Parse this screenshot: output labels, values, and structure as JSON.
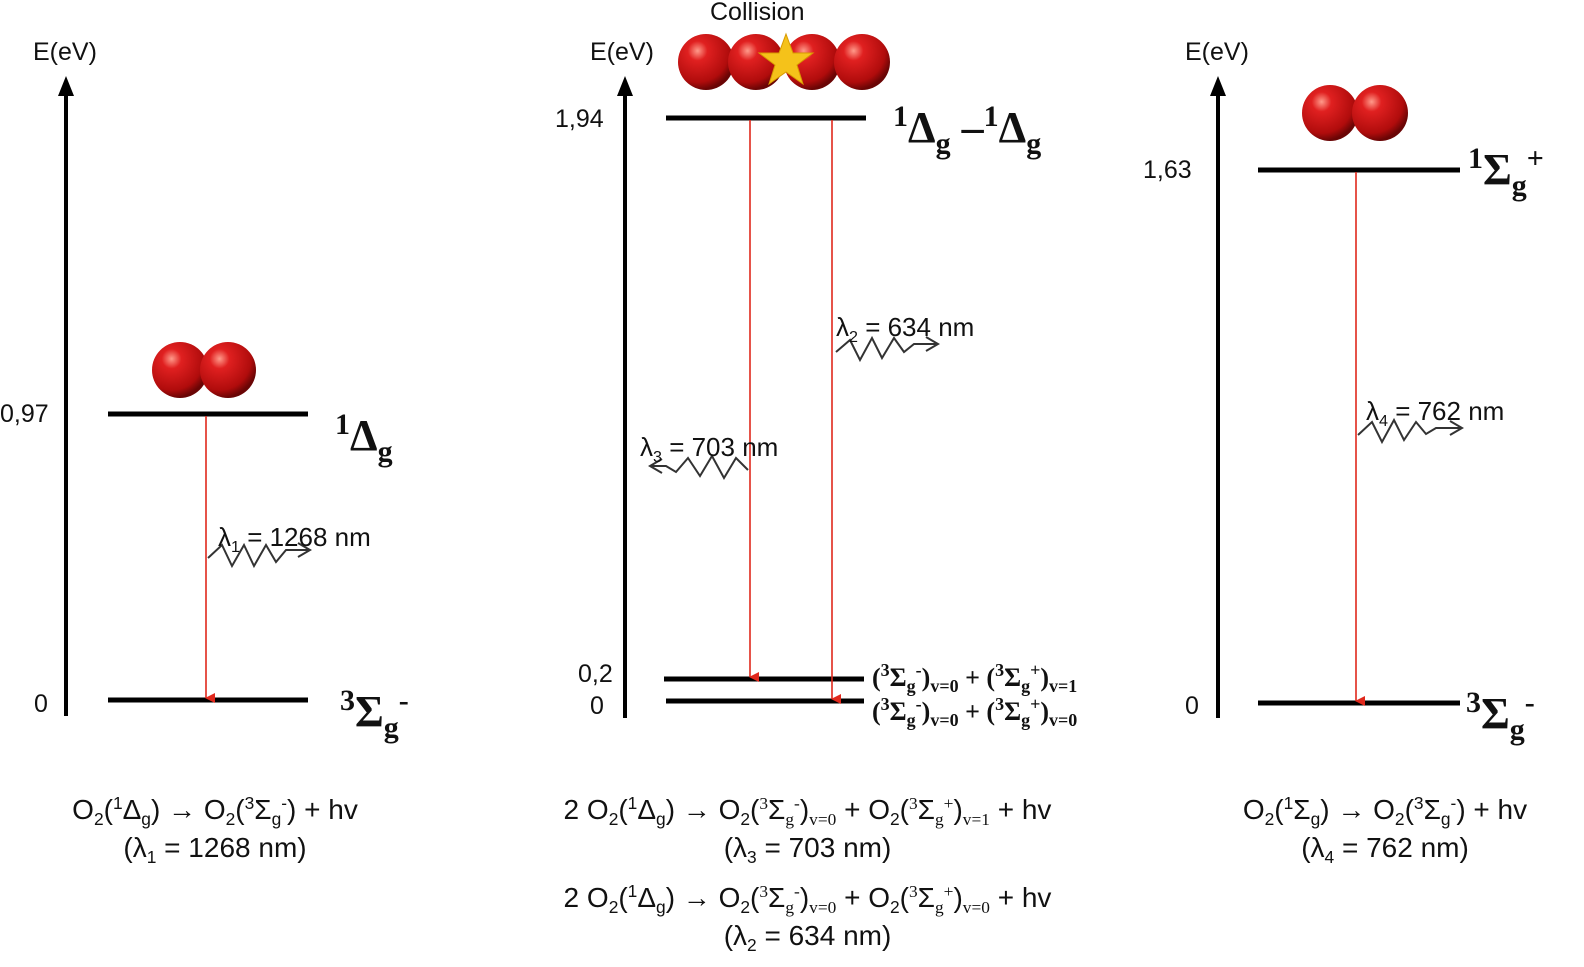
{
  "colors": {
    "arrow": "#e0281c",
    "molecule": "#d81818",
    "star": "#f5c21a",
    "line": "#000000"
  },
  "axes": [
    {
      "label": "E(eV)",
      "ticks": [
        "0,97",
        "0"
      ]
    },
    {
      "label": "E(eV)",
      "ticks": [
        "1,94",
        "0,2",
        "0"
      ]
    },
    {
      "label": "E(eV)",
      "ticks": [
        "1,63",
        "0"
      ]
    }
  ],
  "collision_label": "Collision",
  "wavelength_labels": [
    [
      [
        "λ",
        "n"
      ],
      [
        "1",
        "sub"
      ],
      [
        " = 1268 nm",
        "n"
      ]
    ],
    [
      [
        "λ",
        "n"
      ],
      [
        "2",
        "sub"
      ],
      [
        " = 634 nm",
        "n"
      ]
    ],
    [
      [
        "λ",
        "n"
      ],
      [
        "3",
        "sub"
      ],
      [
        " = 703 nm",
        "n"
      ]
    ],
    [
      [
        "λ",
        "n"
      ],
      [
        "4",
        "sub"
      ],
      [
        " = 762 nm",
        "n"
      ]
    ]
  ],
  "states": [
    [
      [
        "1",
        "sup"
      ],
      [
        "Δ",
        "n"
      ],
      [
        "g",
        "sub"
      ]
    ],
    [
      [
        "3",
        "sup"
      ],
      [
        "Σ",
        "n"
      ],
      [
        "g",
        "sub"
      ],
      [
        "-",
        "sup"
      ]
    ],
    [
      [
        "1",
        "sup"
      ],
      [
        "Δ",
        "n"
      ],
      [
        "g",
        "sub"
      ],
      [
        " –",
        "n"
      ],
      [
        "1",
        "sup"
      ],
      [
        "Δ",
        "n"
      ],
      [
        "g",
        "sub"
      ]
    ],
    [
      [
        "1",
        "sup"
      ],
      [
        "Σ",
        "n"
      ],
      [
        "g",
        "sub"
      ],
      [
        "+",
        "sup"
      ]
    ],
    [
      [
        "3",
        "sup"
      ],
      [
        "Σ",
        "n"
      ],
      [
        "g",
        "sub"
      ],
      [
        "-",
        "sup"
      ]
    ]
  ],
  "pair_states": [
    [
      [
        "(",
        "n"
      ],
      [
        "3",
        "sup"
      ],
      [
        "Σ",
        "n"
      ],
      [
        "g",
        "sub"
      ],
      [
        "-",
        "sup"
      ],
      [
        ")",
        "n"
      ],
      [
        "v=0",
        "sub"
      ],
      [
        " + (",
        "n"
      ],
      [
        "3",
        "sup"
      ],
      [
        "Σ",
        "n"
      ],
      [
        "g",
        "sub"
      ],
      [
        "+",
        "sup"
      ],
      [
        ")",
        "n"
      ],
      [
        "v=1",
        "sub"
      ]
    ],
    [
      [
        "(",
        "n"
      ],
      [
        "3",
        "sup"
      ],
      [
        "Σ",
        "n"
      ],
      [
        "g",
        "sub"
      ],
      [
        "-",
        "sup"
      ],
      [
        ")",
        "n"
      ],
      [
        "v=0",
        "sub"
      ],
      [
        " + (",
        "n"
      ],
      [
        "3",
        "sup"
      ],
      [
        "Σ",
        "n"
      ],
      [
        "g",
        "sub"
      ],
      [
        "+",
        "sup"
      ],
      [
        ")",
        "n"
      ],
      [
        "v=0",
        "sub"
      ]
    ]
  ],
  "formulas": [
    [
      [
        "O",
        "n"
      ],
      [
        "2",
        "sub"
      ],
      [
        "(",
        "n"
      ],
      [
        "1",
        "sup"
      ],
      [
        "Δ",
        "n"
      ],
      [
        "g",
        "sub"
      ],
      [
        ") → O",
        "n"
      ],
      [
        "2",
        "sub"
      ],
      [
        "(",
        "n"
      ],
      [
        "3",
        "sup"
      ],
      [
        "Σ",
        "n"
      ],
      [
        "g",
        "sub"
      ],
      [
        "-",
        "sup"
      ],
      [
        ") + hv",
        "n"
      ]
    ],
    [
      [
        "(λ",
        "n"
      ],
      [
        "1",
        "sub"
      ],
      [
        " = 1268 nm)",
        "n"
      ]
    ],
    [
      [
        "2 O",
        "n"
      ],
      [
        "2",
        "sub"
      ],
      [
        "(",
        "n"
      ],
      [
        "1",
        "sup"
      ],
      [
        "Δ",
        "n"
      ],
      [
        "g",
        "sub"
      ],
      [
        ") → O",
        "n"
      ],
      [
        "2",
        "sub"
      ],
      [
        "(",
        "n"
      ],
      [
        "3",
        "ssup"
      ],
      [
        "Σ",
        "n"
      ],
      [
        "g",
        "ssub"
      ],
      [
        "-",
        "ssup"
      ],
      [
        ")",
        "n"
      ],
      [
        "v=0",
        "ssub"
      ],
      [
        " + O",
        "n"
      ],
      [
        "2",
        "sub"
      ],
      [
        "(",
        "n"
      ],
      [
        "3",
        "ssup"
      ],
      [
        "Σ",
        "n"
      ],
      [
        "g",
        "ssub"
      ],
      [
        "+",
        "ssup"
      ],
      [
        ")",
        "n"
      ],
      [
        "v=1",
        "ssub"
      ],
      [
        " + hv",
        "n"
      ]
    ],
    [
      [
        "(λ",
        "n"
      ],
      [
        "3",
        "sub"
      ],
      [
        " = 703 nm)",
        "n"
      ]
    ],
    [
      [
        "2 O",
        "n"
      ],
      [
        "2",
        "sub"
      ],
      [
        "(",
        "n"
      ],
      [
        "1",
        "sup"
      ],
      [
        "Δ",
        "n"
      ],
      [
        "g",
        "sub"
      ],
      [
        ") → O",
        "n"
      ],
      [
        "2",
        "sub"
      ],
      [
        "(",
        "n"
      ],
      [
        "3",
        "ssup"
      ],
      [
        "Σ",
        "n"
      ],
      [
        "g",
        "ssub"
      ],
      [
        "-",
        "ssup"
      ],
      [
        ")",
        "n"
      ],
      [
        "v=0",
        "ssub"
      ],
      [
        " + O",
        "n"
      ],
      [
        "2",
        "sub"
      ],
      [
        "(",
        "n"
      ],
      [
        "3",
        "ssup"
      ],
      [
        "Σ",
        "n"
      ],
      [
        "g",
        "ssub"
      ],
      [
        "+",
        "ssup"
      ],
      [
        ")",
        "n"
      ],
      [
        "v=0",
        "ssub"
      ],
      [
        " + hv",
        "n"
      ]
    ],
    [
      [
        "(λ",
        "n"
      ],
      [
        "2",
        "sub"
      ],
      [
        " = 634 nm)",
        "n"
      ]
    ],
    [
      [
        "O",
        "n"
      ],
      [
        "2",
        "sub"
      ],
      [
        "(",
        "n"
      ],
      [
        "1",
        "sup"
      ],
      [
        "Σ",
        "n"
      ],
      [
        "g",
        "sub"
      ],
      [
        ") → O",
        "n"
      ],
      [
        "2",
        "sub"
      ],
      [
        "(",
        "n"
      ],
      [
        "3",
        "sup"
      ],
      [
        "Σ",
        "n"
      ],
      [
        "g",
        "sub"
      ],
      [
        "-",
        "sup"
      ],
      [
        ") + hv",
        "n"
      ]
    ],
    [
      [
        "(λ",
        "n"
      ],
      [
        "4",
        "sub"
      ],
      [
        " = 762  nm)",
        "n"
      ]
    ]
  ]
}
